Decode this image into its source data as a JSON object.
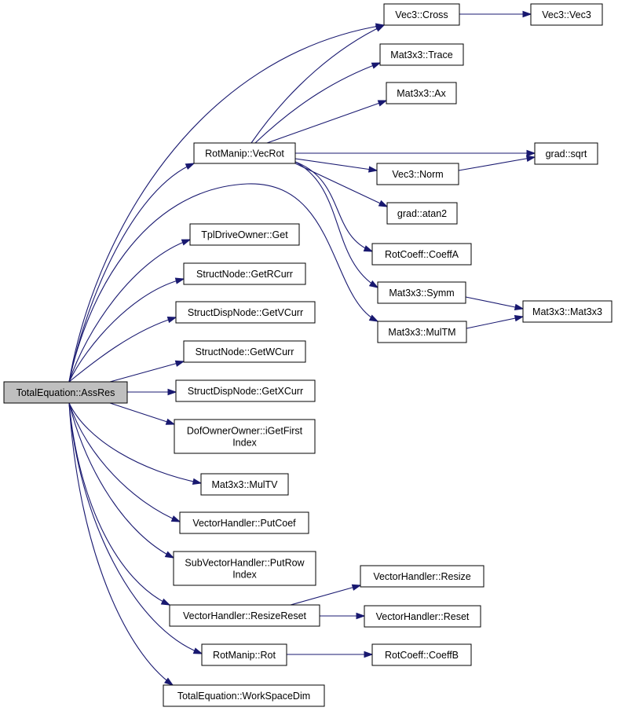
{
  "graph": {
    "nodes": {
      "assres": [
        "TotalEquation::AssRes"
      ],
      "vecrot": [
        "RotManip::VecRot"
      ],
      "tpl_get": [
        "TplDriveOwner::Get"
      ],
      "getrcurr": [
        "StructNode::GetRCurr"
      ],
      "getvcurr": [
        "StructDispNode::GetVCurr"
      ],
      "getwcurr": [
        "StructNode::GetWCurr"
      ],
      "getxcurr": [
        "StructDispNode::GetXCurr"
      ],
      "igetfirst": [
        "DofOwnerOwner::iGetFirst",
        "Index"
      ],
      "multv": [
        "Mat3x3::MulTV"
      ],
      "putcoef": [
        "VectorHandler::PutCoef"
      ],
      "putrow": [
        "SubVectorHandler::PutRow",
        "Index"
      ],
      "resizereset": [
        "VectorHandler::ResizeReset"
      ],
      "rot": [
        "RotManip::Rot"
      ],
      "workspace": [
        "TotalEquation::WorkSpaceDim"
      ],
      "cross": [
        "Vec3::Cross"
      ],
      "vec3": [
        "Vec3::Vec3"
      ],
      "trace": [
        "Mat3x3::Trace"
      ],
      "ax": [
        "Mat3x3::Ax"
      ],
      "sqrt": [
        "grad::sqrt"
      ],
      "norm": [
        "Vec3::Norm"
      ],
      "atan2": [
        "grad::atan2"
      ],
      "coeffa": [
        "RotCoeff::CoeffA"
      ],
      "symm": [
        "Mat3x3::Symm"
      ],
      "mat3x3": [
        "Mat3x3::Mat3x3"
      ],
      "multm": [
        "Mat3x3::MulTM"
      ],
      "resize": [
        "VectorHandler::Resize"
      ],
      "reset": [
        "VectorHandler::Reset"
      ],
      "coeffb": [
        "RotCoeff::CoeffB"
      ]
    }
  }
}
